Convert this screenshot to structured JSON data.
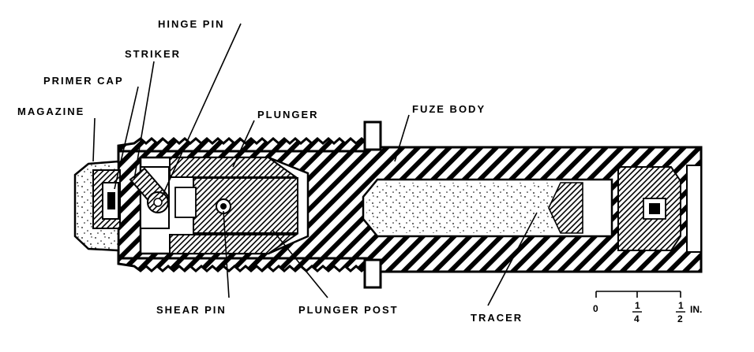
{
  "labels": {
    "hinge_pin": "HINGE PIN",
    "striker": "STRIKER",
    "primer_cap": "PRIMER CAP",
    "magazine": "MAGAZINE",
    "plunger": "PLUNGER",
    "fuze_body": "FUZE BODY",
    "shear_pin": "SHEAR PIN",
    "plunger_post": "PLUNGER POST",
    "tracer": "TRACER"
  },
  "scale": {
    "tick_0": "0",
    "tick_quarter_num": "1",
    "tick_quarter_den": "4",
    "tick_half_num": "1",
    "tick_half_den": "2",
    "unit": "IN."
  }
}
